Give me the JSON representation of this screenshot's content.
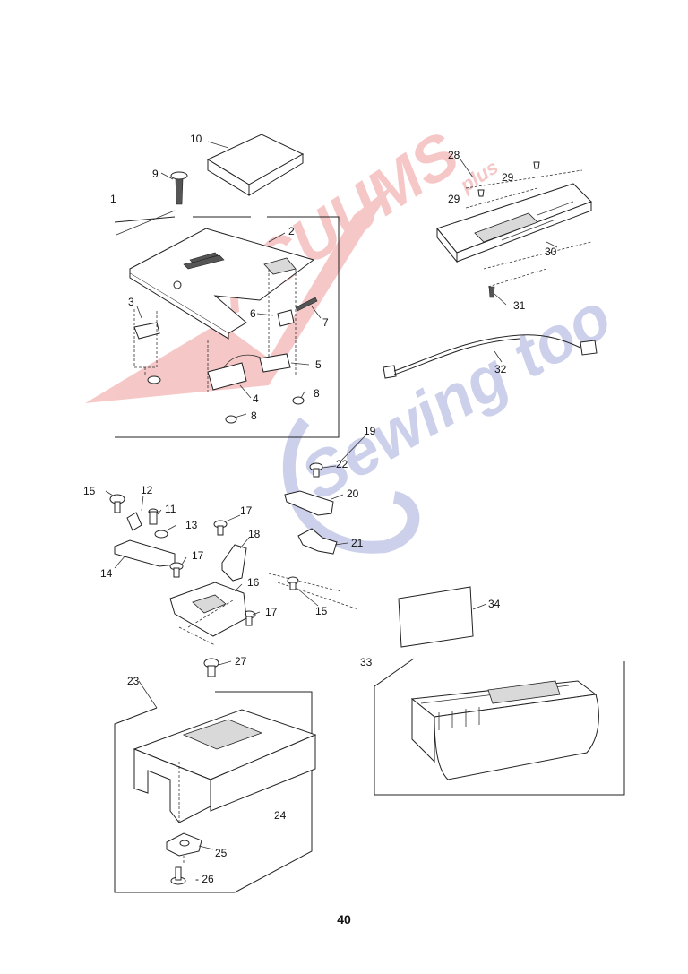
{
  "page_number": "40",
  "watermark": {
    "brand_word": "VACUUMS",
    "script_word": "Sewing too",
    "small_word": "plus",
    "red_color": "#e23a3a",
    "blue_color": "#4a5bb5"
  },
  "callouts": {
    "c1": "1",
    "c2": "2",
    "c3": "3",
    "c4": "4",
    "c5": "5",
    "c6": "6",
    "c7": "7",
    "c8a": "8",
    "c8b": "8",
    "c9": "9",
    "c10": "10",
    "c11": "11",
    "c12": "12",
    "c13": "13",
    "c14": "14",
    "c15a": "15",
    "c15b": "15",
    "c16": "16",
    "c17a": "17",
    "c17b": "17",
    "c17c": "17",
    "c18": "18",
    "c19": "19",
    "c20": "20",
    "c21": "21",
    "c22": "22",
    "c23": "23",
    "c24": "24",
    "c25": "25",
    "c26": "- 26",
    "c27": "27",
    "c28": "28",
    "c29a": "29",
    "c29b": "29",
    "c30": "30",
    "c31": "31",
    "c32": "32",
    "c33": "33",
    "c34": "34"
  }
}
